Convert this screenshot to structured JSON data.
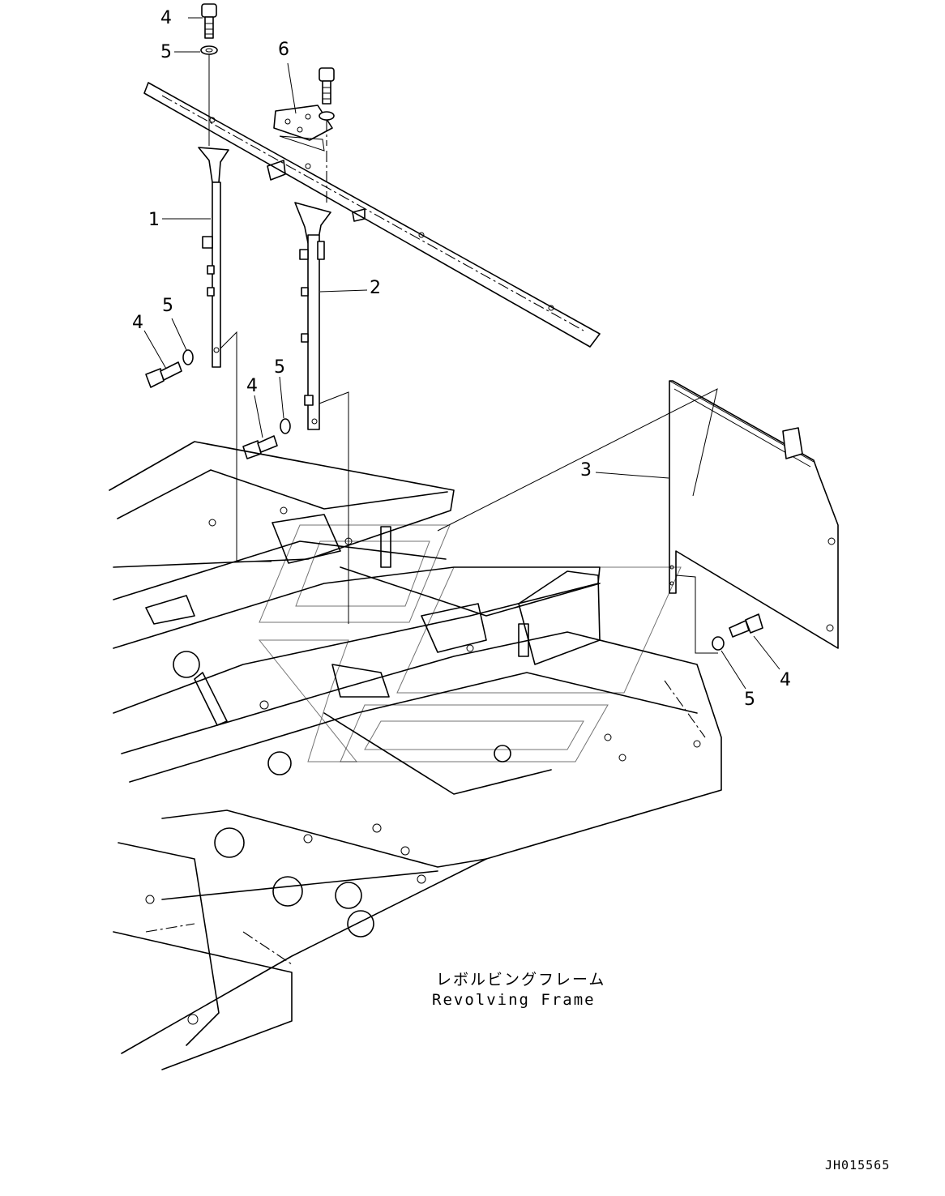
{
  "callouts": {
    "c1": "1",
    "c2": "2",
    "c3": "3",
    "c4a": "4",
    "c4b": "4",
    "c4c": "4",
    "c4d": "4",
    "c5a": "5",
    "c5b": "5",
    "c5c": "5",
    "c5d": "5",
    "c6": "6"
  },
  "caption": {
    "japanese": "レボルビングフレーム",
    "english": "Revolving Frame"
  },
  "drawing_code": "JH015565"
}
